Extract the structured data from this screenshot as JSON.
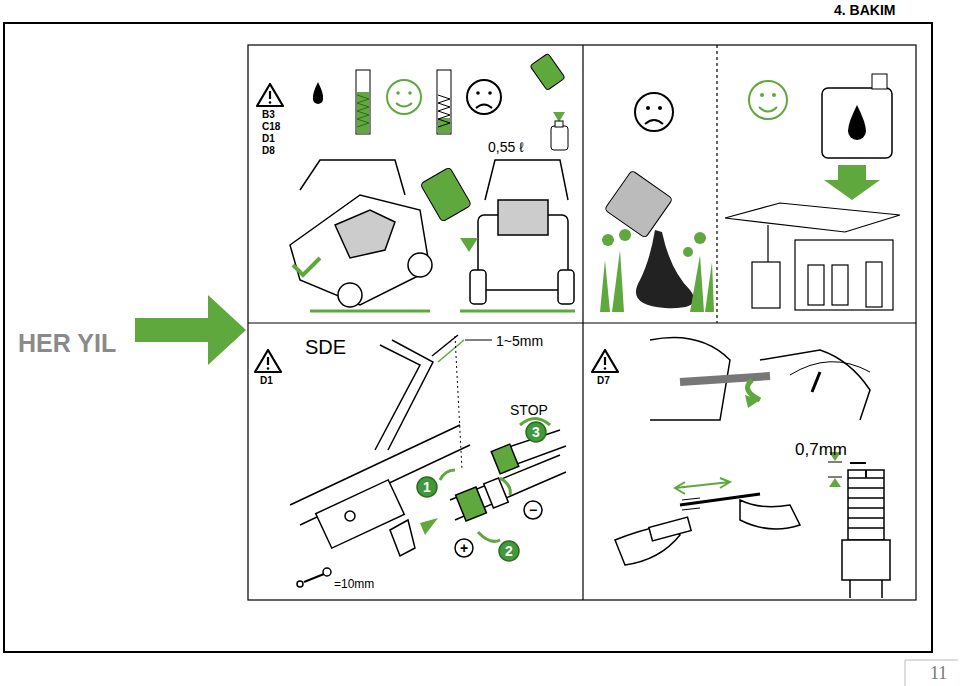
{
  "diagram": {
    "title": "4. BAKIM",
    "nodes": [
      {
        "text": [
          "3"
        ]
      },
      {
        "text": [
          "1"
        ]
      },
      {
        "text": [
          "−"
        ]
      },
      {
        "text": [
          "+"
        ]
      },
      {
        "text": [
          "2"
        ]
      }
    ],
    "labels": [
      "HER YIL",
      "B3",
      "C18",
      "D1",
      "D8",
      "0,55 ℓ",
      "SDE",
      "1~5mm",
      "STOP",
      "D1",
      "=10mm",
      "D7",
      "0,7mm",
      "11"
    ]
  }
}
